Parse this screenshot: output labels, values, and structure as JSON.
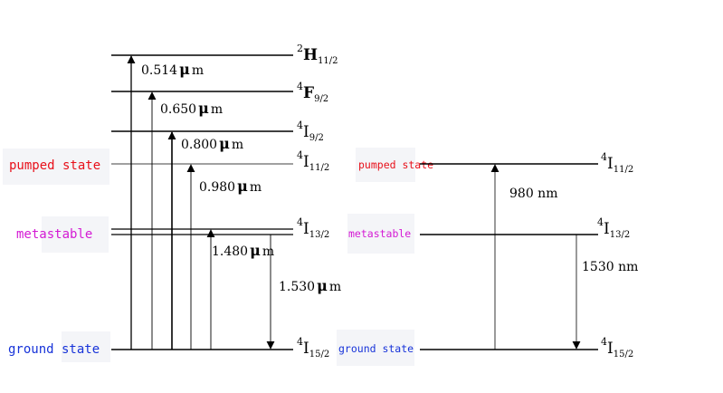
{
  "colors": {
    "pumped": "#e8101a",
    "metastable": "#d41ad4",
    "ground": "#1733d9",
    "label_bg": "#f4f5f8"
  },
  "left_panel": {
    "state_labels": {
      "pumped": "pumped state",
      "metastable": "metastable",
      "ground": "ground state"
    },
    "levels": {
      "H11": {
        "sup": "2",
        "main": "H",
        "sub": "11/2"
      },
      "F9": {
        "sup": "4",
        "main": "F",
        "sub": "9/2"
      },
      "I9": {
        "sup": "4",
        "main": "I",
        "sub": "9/2"
      },
      "I11": {
        "sup": "4",
        "main": "I",
        "sub": "11/2"
      },
      "I13": {
        "sup": "4",
        "main": "I",
        "sub": "13/2"
      },
      "I15": {
        "sup": "4",
        "main": "I",
        "sub": "15/2"
      }
    },
    "transitions": {
      "t514": {
        "num": "0.514",
        "mu": "μ",
        "unit": "m"
      },
      "t650": {
        "num": "0.650",
        "mu": "μ",
        "unit": "m"
      },
      "t800": {
        "num": "0.800",
        "mu": "μ",
        "unit": "m"
      },
      "t980": {
        "num": "0.980",
        "mu": "μ",
        "unit": "m"
      },
      "t1480": {
        "num": "1.480",
        "mu": "μ",
        "unit": "m"
      },
      "t1530": {
        "num": "1.530",
        "mu": "μ",
        "unit": "m"
      }
    }
  },
  "right_panel": {
    "state_labels": {
      "pumped": "pumped state",
      "metastable": "metastable",
      "ground": "ground state"
    },
    "levels": {
      "I11": {
        "sup": "4",
        "main": "I",
        "sub": "11/2"
      },
      "I13": {
        "sup": "4",
        "main": "I",
        "sub": "13/2"
      },
      "I15": {
        "sup": "4",
        "main": "I",
        "sub": "15/2"
      }
    },
    "transitions": {
      "pump": "980 nm",
      "emission": "1530 nm"
    }
  }
}
